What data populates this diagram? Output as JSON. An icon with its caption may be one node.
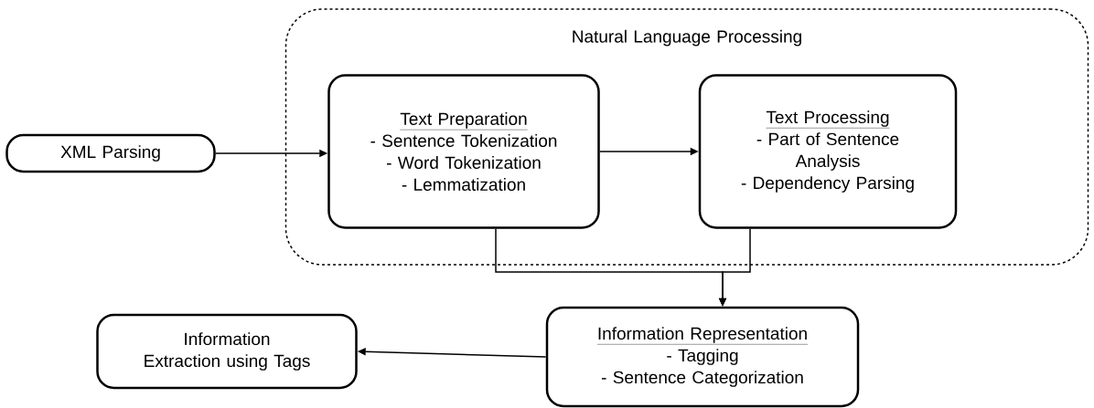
{
  "diagram": {
    "nodes": [
      {
        "text": [
          "Natural Language Processing"
        ]
      },
      {
        "text": [
          "Text Preparation",
          "- Sentence Tokenization",
          "- Word Tokenization",
          "- Lemmatization"
        ],
        "in": 0
      },
      {
        "text": [
          "Text Processing",
          "- Part of Sentence Analysis",
          "- Dependency Parsing"
        ],
        "in": 0
      },
      {
        "text": [
          "XML Parsing"
        ]
      },
      {
        "text": [
          "Information Representation",
          "- Tagging",
          "- Sentence Categorization"
        ]
      },
      {
        "text": [
          "Information Extraction using Tags"
        ]
      }
    ],
    "edges": [
      {
        "from": 3,
        "to": 1,
        "arrow": "to"
      },
      {
        "from": 1,
        "to": 2,
        "arrow": "to"
      },
      {
        "from": 1,
        "to": 4,
        "arrow": "to"
      },
      {
        "from": 2,
        "to": 4,
        "arrow": "to"
      },
      {
        "from": 4,
        "to": 5,
        "arrow": "to"
      }
    ]
  }
}
